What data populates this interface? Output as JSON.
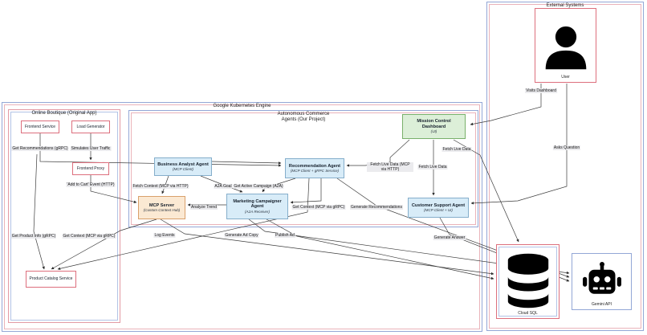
{
  "diagram": {
    "clusters": {
      "gke": {
        "label": "Google Kubernetes Engine"
      },
      "online_boutique": {
        "label": "Online Boutique (Original App)"
      },
      "autonomous": {
        "label_line1": "Autonomous Commerce",
        "label_line2": "Agents (Our Project)"
      },
      "external": {
        "label": "External Systems"
      }
    },
    "nodes": {
      "frontend_service": {
        "label": "Frontend Service"
      },
      "load_generator": {
        "label": "Load Generator"
      },
      "frontend_proxy": {
        "label": "Frontend Proxy"
      },
      "business_analyst": {
        "label": "Business Analyst Agent",
        "sublabel": "(MCP Client)"
      },
      "recommendation": {
        "label": "Recommendation Agent",
        "sublabel": "(MCP Client + gRPC Service)"
      },
      "mission_control": {
        "label_line1": "Mission Control",
        "label_line2": "Dashboard",
        "sublabel": "(UI)"
      },
      "mcp_server": {
        "label": "MCP Server",
        "sublabel": "(Custom Context Hub)"
      },
      "marketing_campaigner": {
        "label_line1": "Marketing Campaigner",
        "label_line2": "Agent",
        "sublabel": "(A2A Receiver)"
      },
      "customer_support": {
        "label": "Customer Support Agent",
        "sublabel": "(MCP Client + UI)"
      },
      "product_catalog": {
        "label": "Product Catalog Service"
      },
      "user": {
        "label": "User"
      },
      "cloud_sql": {
        "label": "Cloud SQL"
      },
      "gemini": {
        "label": "Gemini API"
      }
    },
    "edge_labels": [
      "Get Recommendations (gRPC)",
      "Simulates User Traffic",
      "'Add to Cart' Event (HTTP)",
      "Fetch Context (MCP via HTTP)",
      "A2A Goal",
      "Get Active Campaign (A2A)",
      "Analyze Trend",
      "Get Context (MCP via gRPC)",
      "Generate Recommendations",
      "Fetch Live Data (MCP via HTTP)",
      "Fetch Live Data",
      "Fetch Live Data",
      "Log Events",
      "Generate Ad Copy",
      "Publish Ad",
      "Generate Answer",
      "Get Product Info (gRPC)",
      "Get Context (MCP via gRPC)",
      "Visits Dashboard",
      "Asks Question"
    ],
    "colors": {
      "agent_fill": "#d8ecf8",
      "agent_border": "#85aecb",
      "mcp_fill": "#fbe9d3",
      "mcp_border": "#d9a06b",
      "dashboard_fill": "#dcefd8",
      "dashboard_border": "#79b06a",
      "service_border": "#dd6f7d",
      "cluster_blue": "#93a7d6",
      "cluster_red": "#e39aa4",
      "edge_line": "#3c3c3c",
      "edge_label_bg": "#e9e9ed"
    }
  }
}
